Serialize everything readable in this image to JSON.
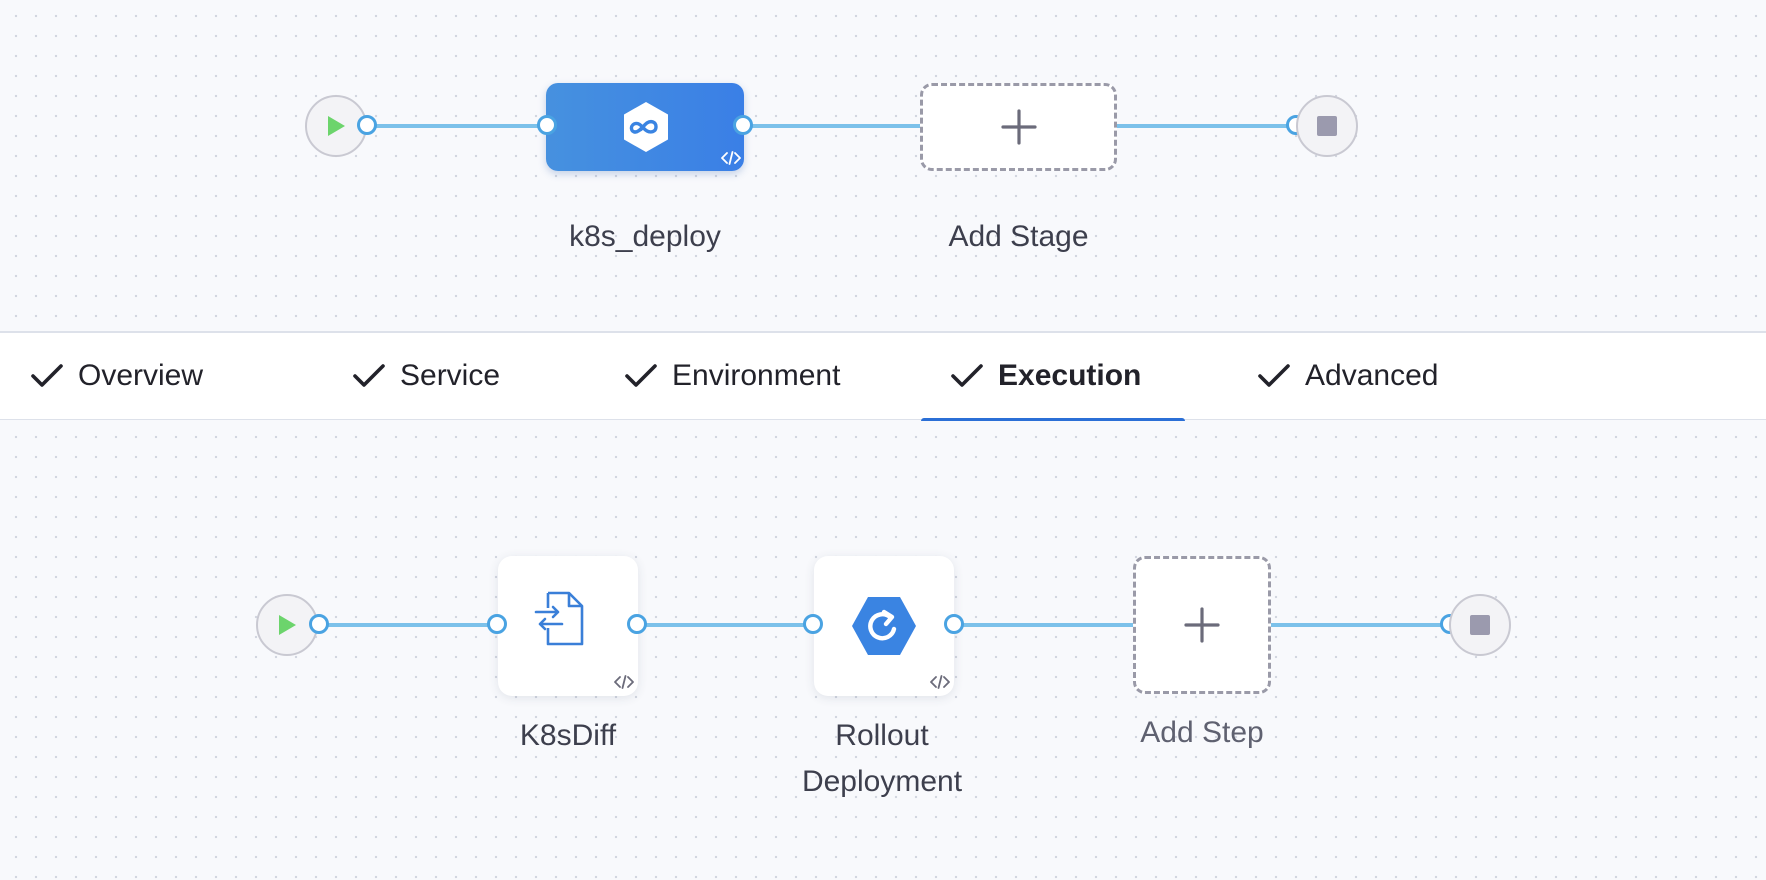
{
  "pipeline": {
    "stages": [
      {
        "label": "k8s_deploy",
        "icon": "deployment-stage-icon"
      }
    ],
    "add_stage_label": "Add Stage"
  },
  "tabs": [
    {
      "label": "Overview",
      "completed": true,
      "active": false
    },
    {
      "label": "Service",
      "completed": true,
      "active": false
    },
    {
      "label": "Environment",
      "completed": true,
      "active": false
    },
    {
      "label": "Execution",
      "completed": true,
      "active": true
    },
    {
      "label": "Advanced",
      "completed": true,
      "active": false
    }
  ],
  "execution": {
    "steps": [
      {
        "label": "K8sDiff",
        "icon": "file-diff-icon"
      },
      {
        "label": "Rollout\nDeployment",
        "line1": "Rollout",
        "line2": "Deployment",
        "icon": "rollout-icon"
      }
    ],
    "add_step_label": "Add Step"
  },
  "colors": {
    "accent": "#2b6fd6",
    "stage_gradient_start": "#4691df",
    "stage_gradient_end": "#3a7fe6",
    "connector": "#7cc1ea",
    "port": "#4aa3e2",
    "start_green": "#6cd46c",
    "end_gray": "#9b9aae"
  }
}
